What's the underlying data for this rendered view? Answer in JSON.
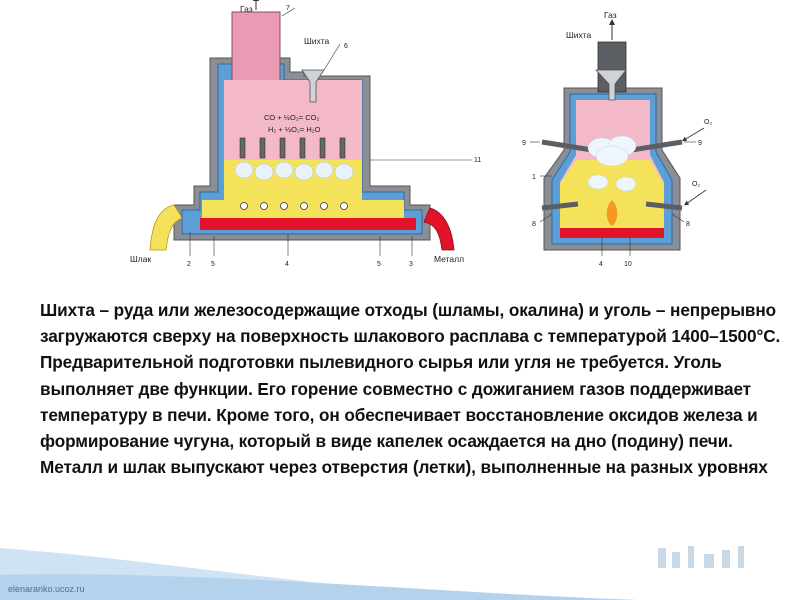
{
  "diagram": {
    "left_furnace": {
      "gas_label": "Газ",
      "charge_label": "Шихта",
      "slag_label": "Шлак",
      "metal_label": "Металл",
      "reaction_1": "CO + ½O₂= CO₂",
      "reaction_2": "H₂ + ½O₂= H₂O",
      "num_7": "7",
      "num_6": "6",
      "num_11": "11",
      "bottom_numbers": [
        "2",
        "5",
        "4",
        "5",
        "3"
      ]
    },
    "right_furnace": {
      "gas_label": "Газ",
      "charge_label": "Шихта",
      "o2_top": "O₂",
      "o2_bottom": "O₂",
      "num_9_left": "9",
      "num_9_right": "9",
      "num_1": "1",
      "num_8_left": "8",
      "num_8_right": "8",
      "bottom_numbers": [
        "4",
        "10"
      ]
    },
    "colors": {
      "pink_chamber": "#e89bb3",
      "slag_yellow": "#f4e25a",
      "metal_red": "#e0132b",
      "refractory_grey": "#8a8f95",
      "blue_wall": "#5b9fd6"
    }
  },
  "text": {
    "paragraph": "Шихта – руда или железосодержащие отходы (шламы, окалина) и уголь – непрерывно загружаются сверху на поверхность шлакового расплава с температурой 1400–1500°С. Предварительной подготовки пылевидного сырья или угля не требуется. Уголь выполняет две функции. Его горение совместно с дожиганием газов поддерживает температуру в печи. Кроме того, он обеспечивает восстановление оксидов железа и формирование чугуна, который в виде капелек осаждается на дно (подину) печи. Металл и шлак выпускают через отверстия (летки), выполненные на разных уровнях"
  },
  "footer": {
    "site": "elenaranko.ucoz.ru"
  }
}
